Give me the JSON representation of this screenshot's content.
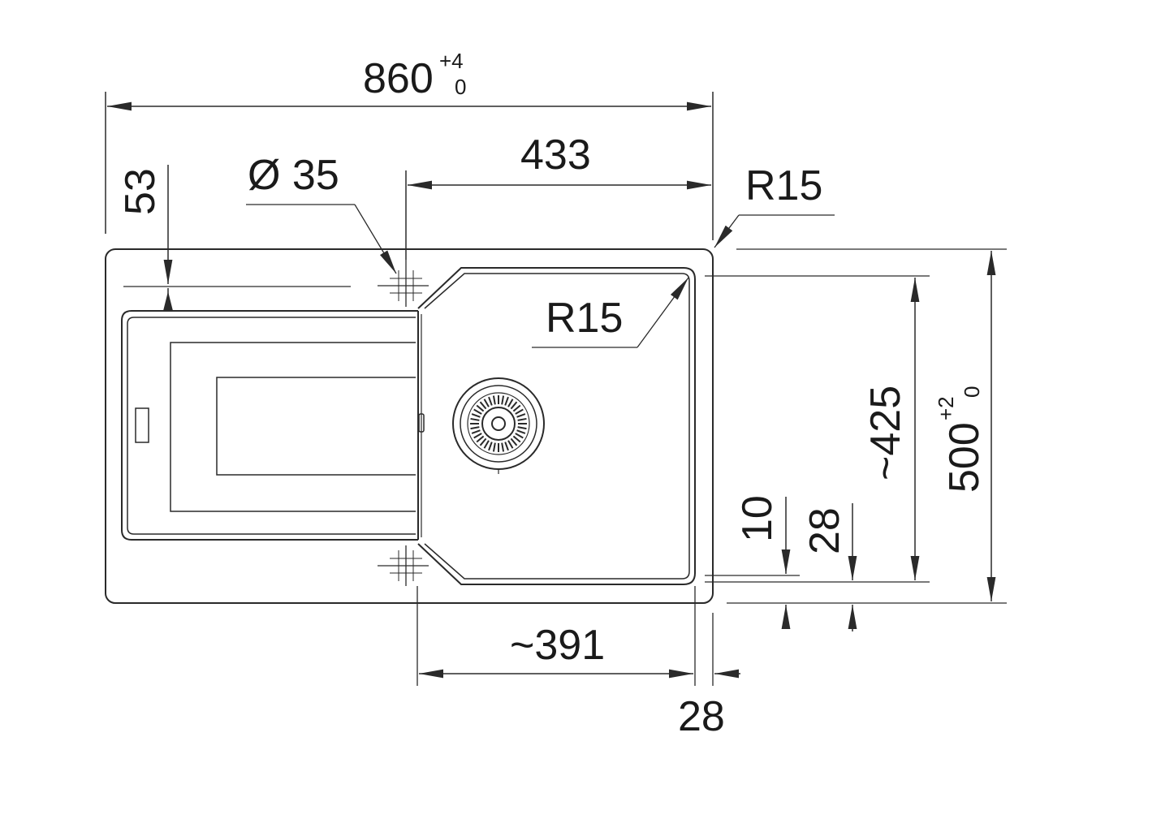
{
  "dimensions": {
    "overall_width": {
      "value": "860",
      "tol_upper": "+4",
      "tol_lower": "0"
    },
    "bowl_width": "433",
    "tap_hole": "Ø 35",
    "corner_radius_outer": "R15",
    "corner_radius_inner": "R15",
    "bowl_depth": "~425",
    "overall_depth": {
      "value": "500",
      "tol_upper": "+2",
      "tol_lower": "0"
    },
    "drainer_offset": "53",
    "offset_10": "10",
    "offset_28_right": "28",
    "bowl_inner_width": "~391",
    "offset_28_bottom": "28"
  },
  "colors": {
    "line": "#2a2a2a",
    "text": "#1a1a1a",
    "background": "#ffffff"
  }
}
